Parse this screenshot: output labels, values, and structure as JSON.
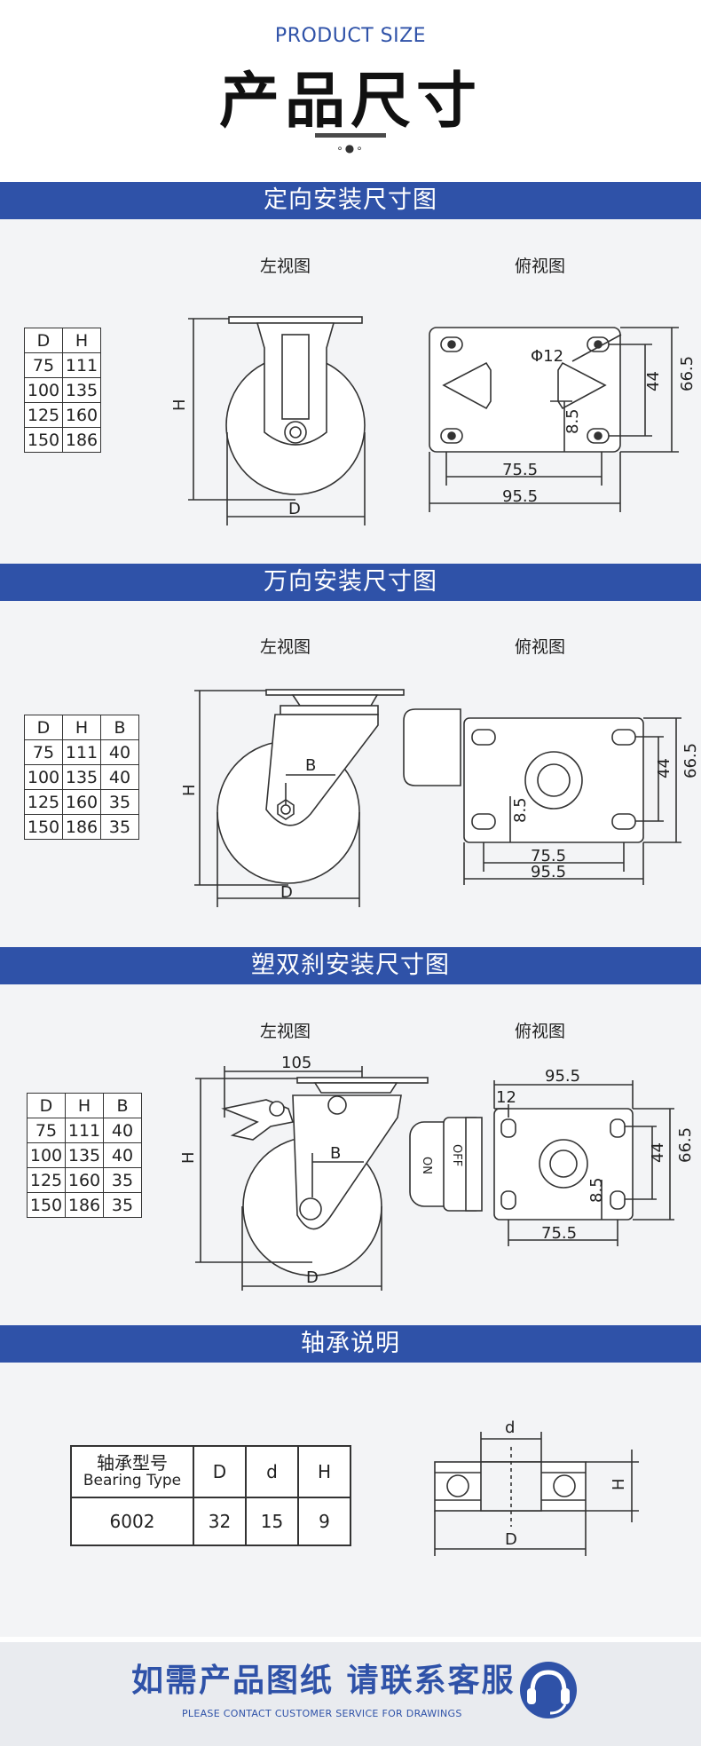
{
  "header": {
    "title_en": "PRODUCT SIZE",
    "title_cn": "产品尺寸",
    "dots": "∘●∘"
  },
  "views": {
    "left": "左视图",
    "top": "俯视图"
  },
  "sections": [
    {
      "title": "定向安装尺寸图",
      "table_headers": [
        "D",
        "H"
      ],
      "rows": [
        [
          "75",
          "111"
        ],
        [
          "100",
          "135"
        ],
        [
          "125",
          "160"
        ],
        [
          "150",
          "186"
        ]
      ]
    },
    {
      "title": "万向安装尺寸图",
      "table_headers": [
        "D",
        "H",
        "B"
      ],
      "rows": [
        [
          "75",
          "111",
          "40"
        ],
        [
          "100",
          "135",
          "40"
        ],
        [
          "125",
          "160",
          "35"
        ],
        [
          "150",
          "186",
          "35"
        ]
      ]
    },
    {
      "title": "塑双刹安装尺寸图",
      "table_headers": [
        "D",
        "H",
        "B"
      ],
      "rows": [
        [
          "75",
          "111",
          "40"
        ],
        [
          "100",
          "135",
          "40"
        ],
        [
          "125",
          "160",
          "35"
        ],
        [
          "150",
          "186",
          "35"
        ]
      ]
    },
    {
      "title": "轴承说明"
    }
  ],
  "dims": {
    "H": "H",
    "D": "D",
    "B": "B",
    "d": "d",
    "phi12": "Φ12",
    "v44": "44",
    "v66_5": "66.5",
    "v8_5": "8.5",
    "v75_5": "75.5",
    "v95_5": "95.5",
    "v105": "105",
    "v12": "12",
    "on": "ON",
    "off": "OFF"
  },
  "bearing": {
    "headers": [
      "轴承型号",
      "Bearing Type",
      "D",
      "d",
      "H"
    ],
    "row": [
      "6002",
      "32",
      "15",
      "9"
    ]
  },
  "footer": {
    "cn": "如需产品图纸 请联系客服",
    "en": "PLEASE CONTACT CUSTOMER SERVICE FOR DRAWINGS"
  },
  "colors": {
    "accent": "#2f52a8",
    "panel": "#f3f4f6"
  },
  "icons": [
    "headset-icon"
  ]
}
